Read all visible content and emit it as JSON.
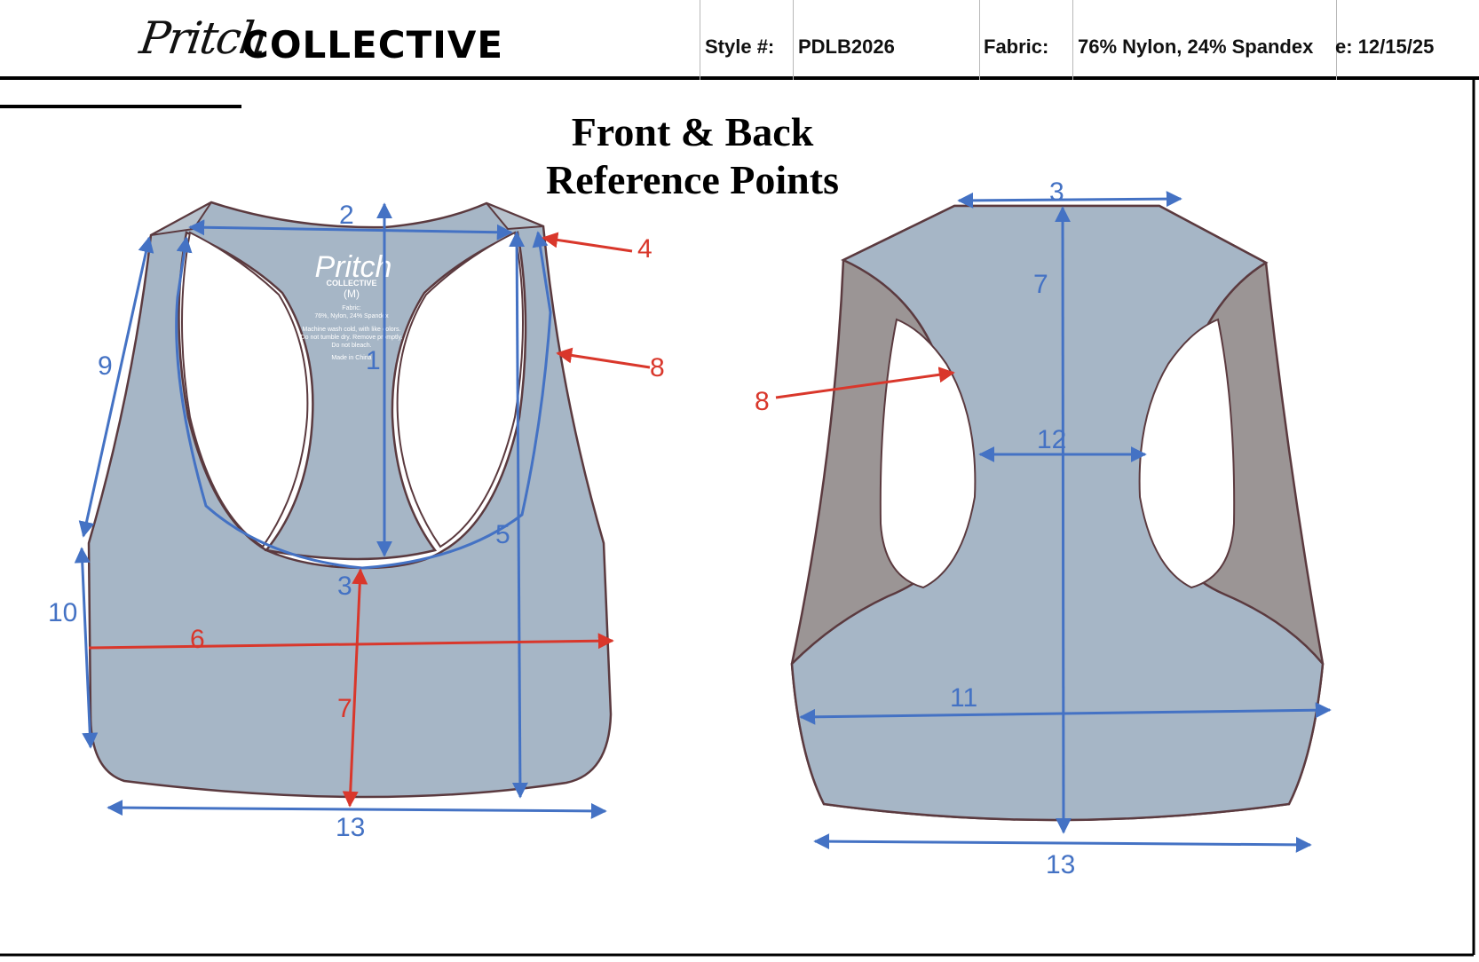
{
  "header": {
    "logo_script": "Pritch",
    "logo_word": "COLLECTIVE",
    "style_label": "Style #:",
    "style_value": "PDLB2026",
    "fabric_label": "Fabric:",
    "fabric_value": "76% Nylon, 24% Spandex",
    "date_partial": "e: 12/15/25"
  },
  "title": {
    "line1": "Front & Back",
    "line2": "Reference Points"
  },
  "label_tag": {
    "brand": "Pritch",
    "collective": "COLLECTIVE",
    "size": "(M)",
    "fabric_heading": "Fabric:",
    "fabric": "76%, Nylon, 24% Spandex",
    "care1": "Machine wash cold, with like colors.",
    "care2": "Do not tumble dry. Remove promptly.",
    "care3": "Do not bleach.",
    "origin": "Made in China"
  },
  "front_points": {
    "p1": "1",
    "p2": "2",
    "p3": "3",
    "p4": "4",
    "p5": "5",
    "p6": "6",
    "p7": "7",
    "p8": "8",
    "p9": "9",
    "p10": "10",
    "p13": "13"
  },
  "back_points": {
    "p3": "3",
    "p7": "7",
    "p8": "8",
    "p11": "11",
    "p12": "12",
    "p13": "13"
  },
  "colors": {
    "fabric": "#a6b6c6",
    "lining": "#9b9595",
    "outline": "#5b3a3f",
    "measure_blue": "#4472c4",
    "measure_red": "#d9372b"
  }
}
